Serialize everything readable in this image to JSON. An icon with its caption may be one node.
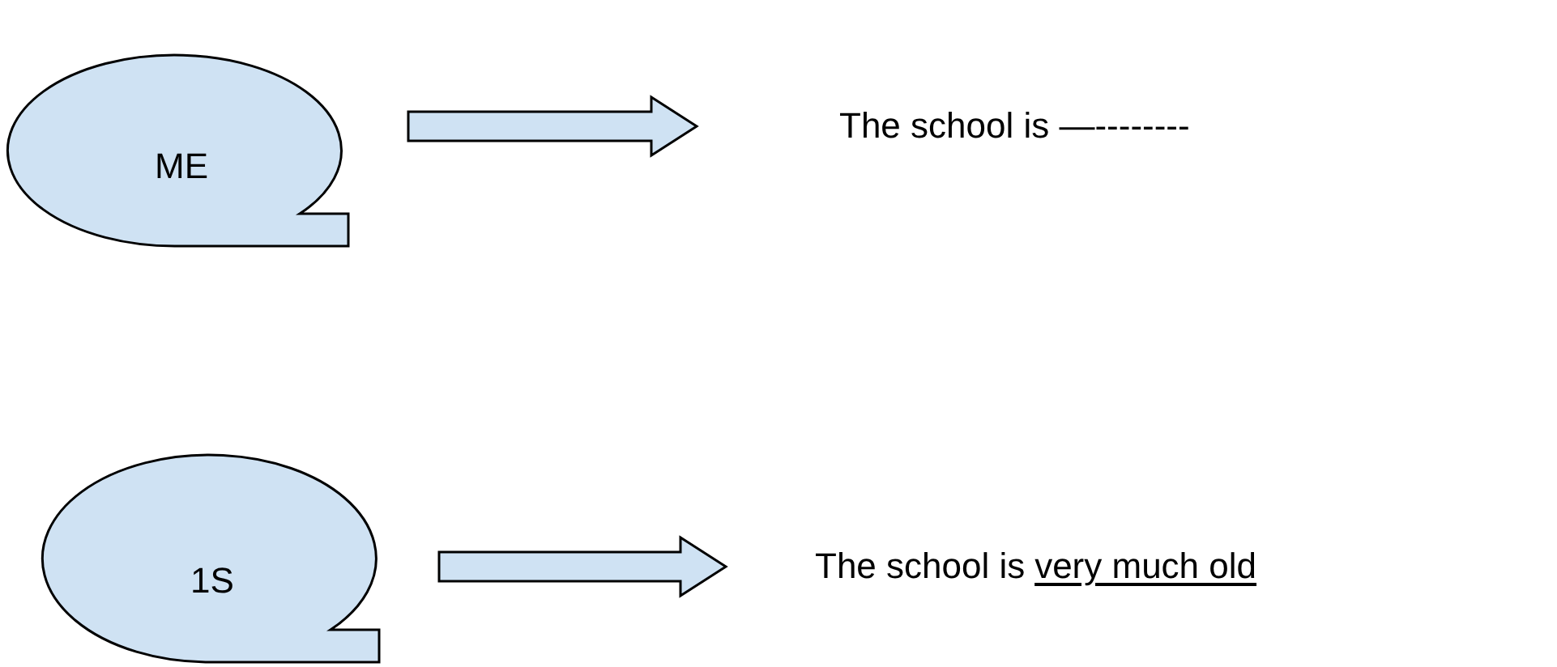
{
  "diagram": {
    "nodes": [
      {
        "text": [
          "ME"
        ]
      },
      {
        "text": [
          "The school is —--------"
        ]
      },
      {
        "text": [
          "1S"
        ]
      },
      {
        "text": [
          "The school is",
          "very much old"
        ]
      }
    ],
    "edges": [
      {
        "from": 0,
        "to": 1,
        "arrow": "to"
      },
      {
        "from": 2,
        "to": 3,
        "arrow": "to"
      }
    ]
  }
}
